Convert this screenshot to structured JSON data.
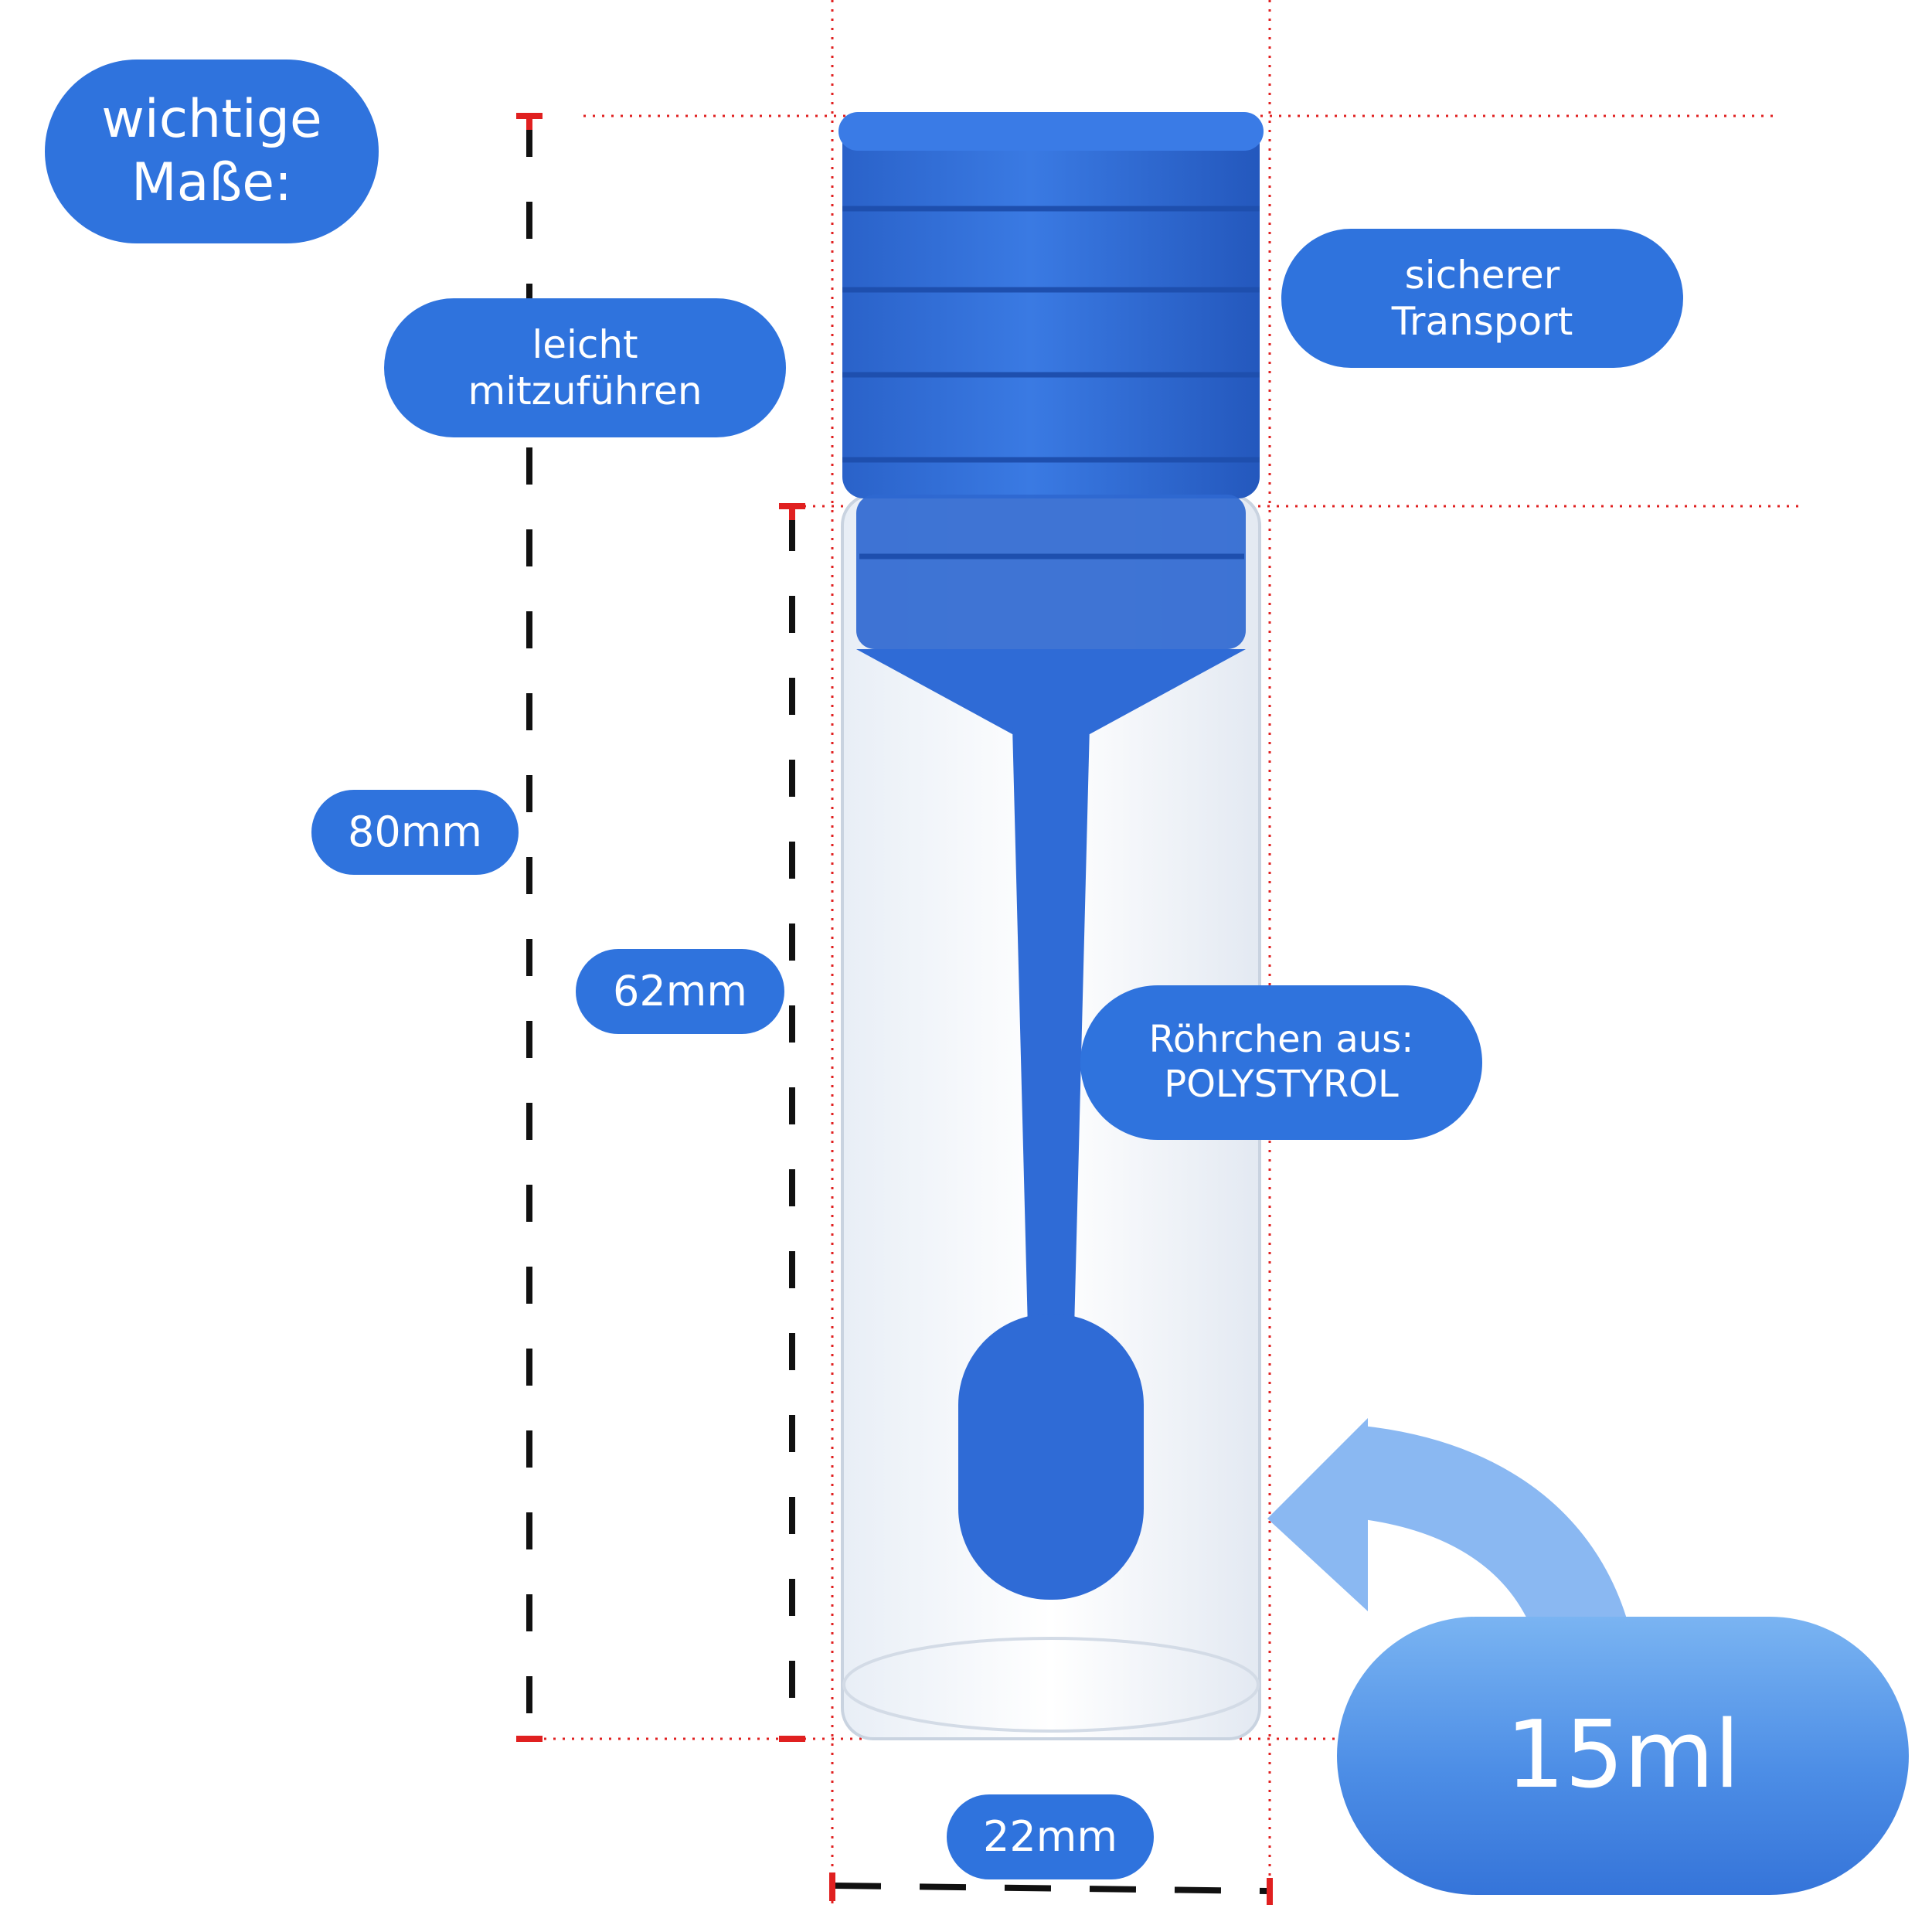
{
  "labels": {
    "headline": [
      "wichtige",
      "Maße:"
    ],
    "portable": [
      "leicht",
      "mitzuführen"
    ],
    "transport": [
      "sicherer",
      "Transport"
    ],
    "material": [
      "Röhrchen aus:",
      "POLYSTYROL"
    ],
    "height_total": "80mm",
    "height_tube": "62mm",
    "width": "22mm",
    "volume": "15ml"
  },
  "colors": {
    "label_blue": "#2f73dd",
    "product_blue": "#2d6ed8",
    "guide_red": "#e02020",
    "dimension_black": "#111111"
  },
  "icons": {
    "arrow": "curved-arrow-icon"
  }
}
